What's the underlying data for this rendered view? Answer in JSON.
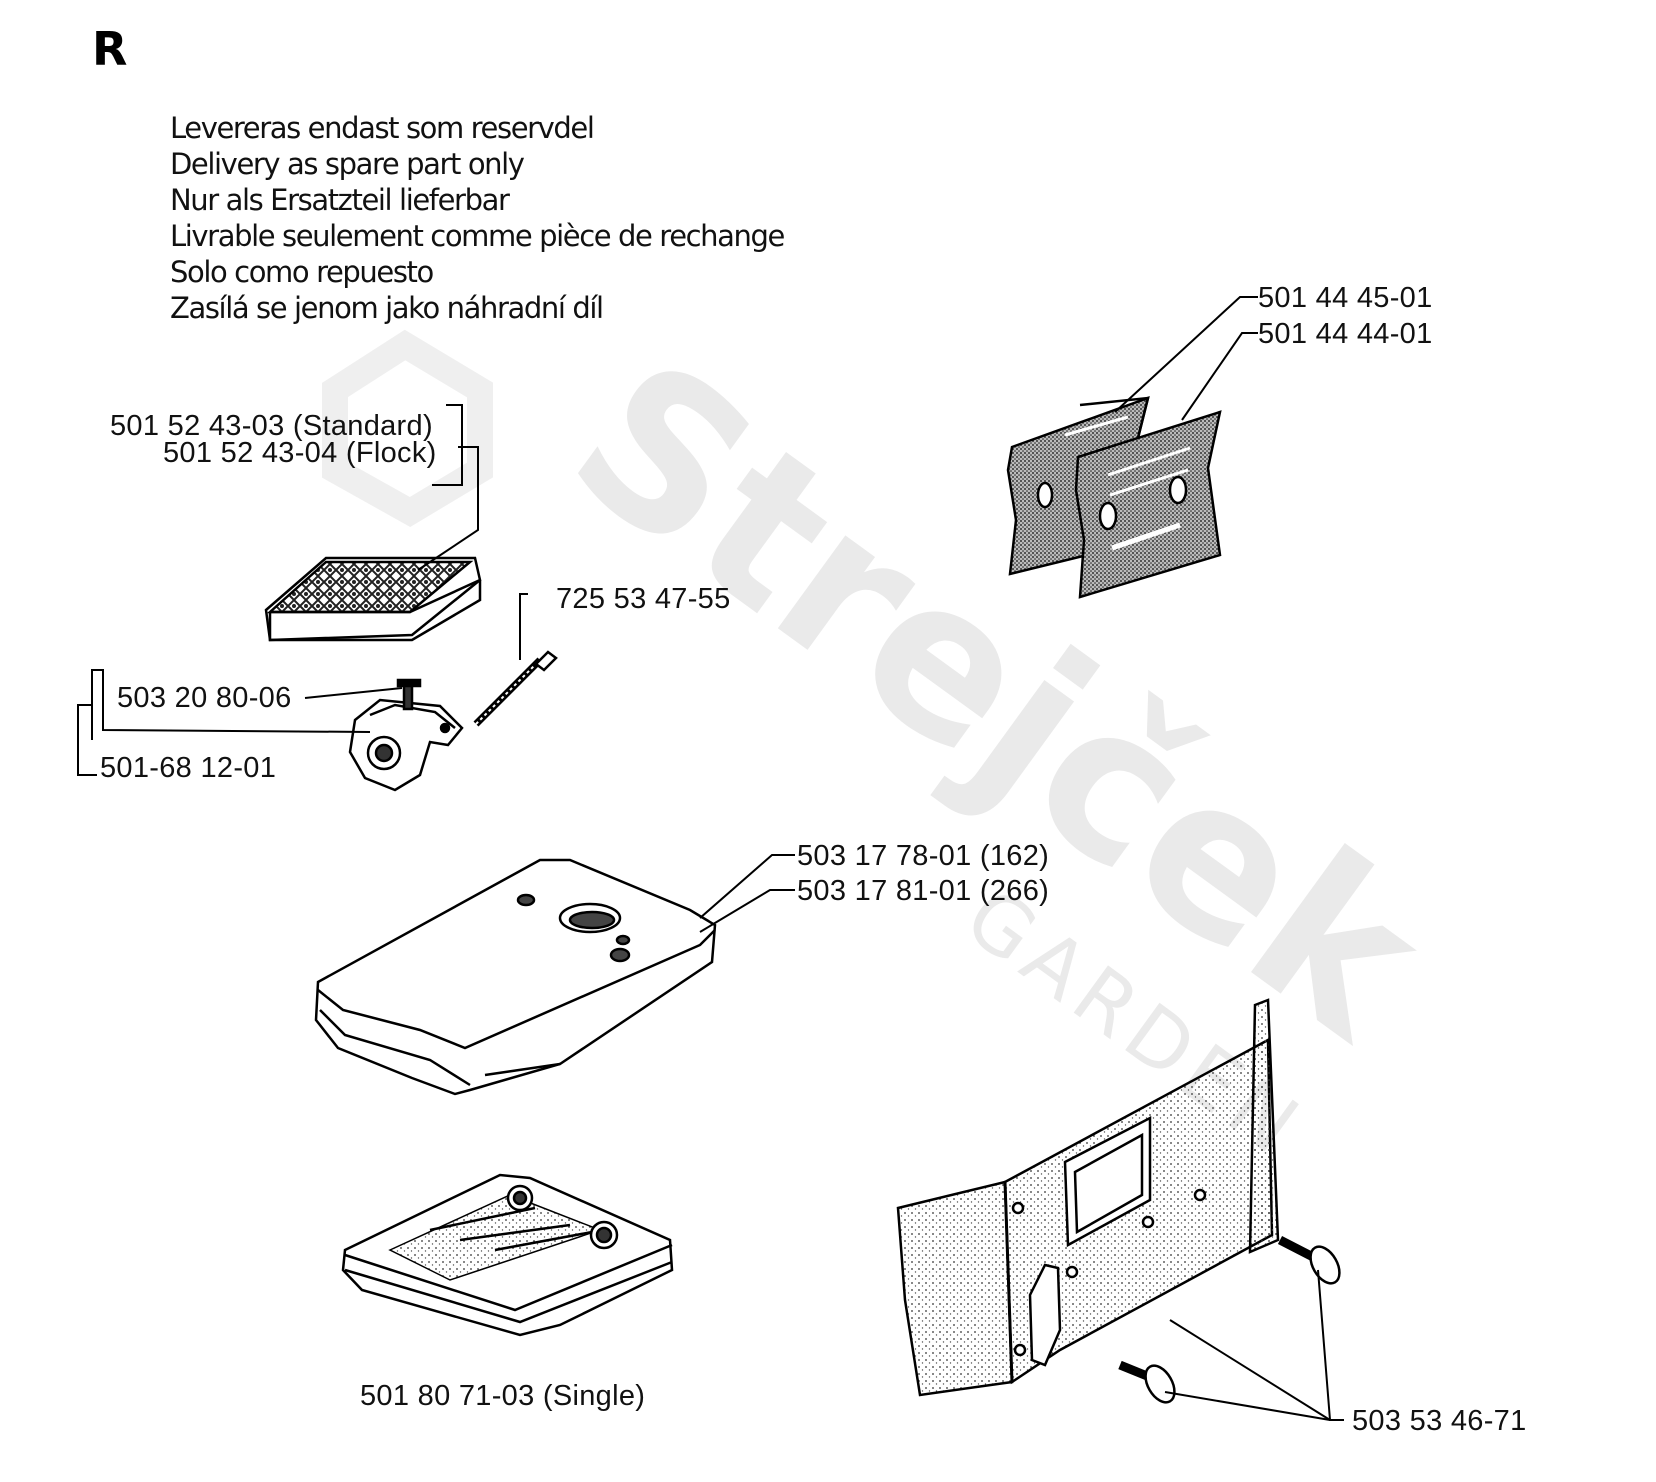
{
  "section_letter": "R",
  "notes": [
    "Levereras endast som reservdel",
    "Delivery as spare part only",
    "Nur als Ersatzteil lieferbar",
    "Livrable seulement comme pièce de rechange",
    "Solo como repuesto",
    "Zasílá se jenom jako náhradní díl"
  ],
  "parts": {
    "filter_standard": "501 52 43-03 (Standard)",
    "filter_flock": "501 52 43-04 (Flock)",
    "screw": "725 53 47-55",
    "carb_adapter": "503 20 80-06",
    "carb_assembly": "501-68 12-01",
    "plate_a": "501 44 45-01",
    "plate_b": "501 44 44-01",
    "cover_162": "503 17 78-01 (162)",
    "cover_266": "503 17 81-01 (266)",
    "filter_single": "501 80 71-03 (Single)",
    "bracket_screws": "503 53 46-71"
  },
  "watermark": {
    "brand": "Strejček",
    "sub": "GARDEN",
    "color": "#d9d9d9"
  }
}
